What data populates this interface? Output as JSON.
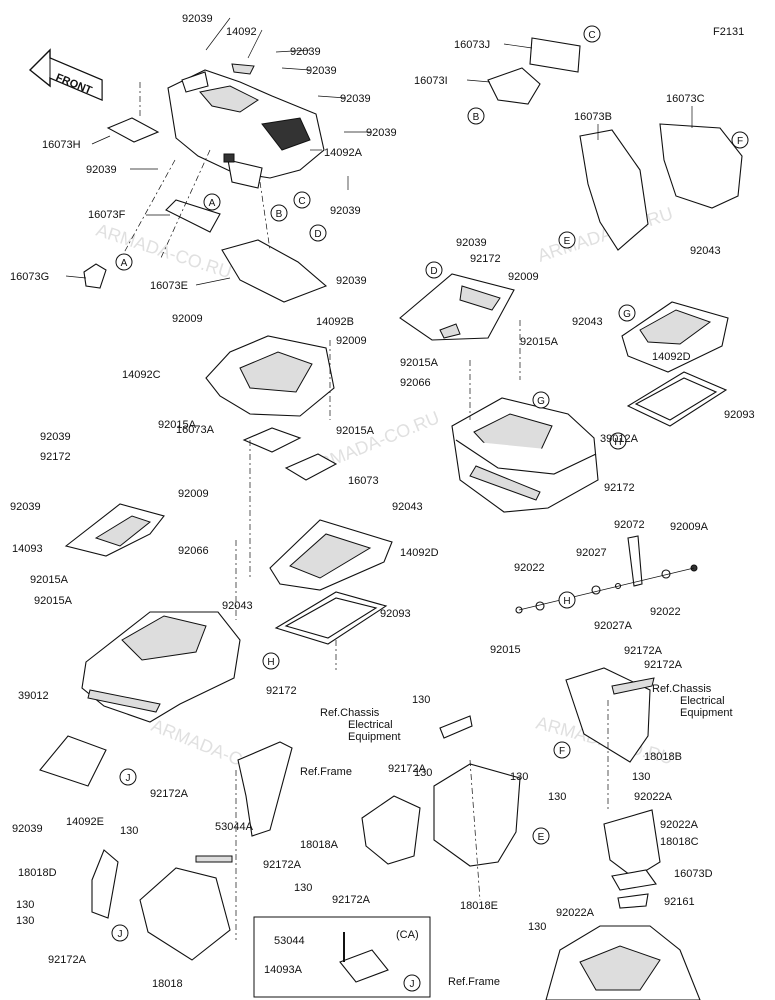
{
  "diagram_code": "F2131",
  "front_label": "FRONT",
  "watermark": "ARMADA-CO.RU",
  "inset_label": "(CA)",
  "callouts": {
    "A": "A",
    "B": "B",
    "C": "C",
    "D": "D",
    "E": "E",
    "F": "F",
    "G": "G",
    "H": "H",
    "J": "J"
  },
  "labels": [
    "92039",
    "14092",
    "92039",
    "92039",
    "92039",
    "92039",
    "16073H",
    "14092A",
    "92039",
    "92039",
    "16073F",
    "16073G",
    "16073E",
    "16073J",
    "16073I",
    "16073B",
    "16073C",
    "92039",
    "92172",
    "92039",
    "92009",
    "14092B",
    "92015A",
    "92015A",
    "92066",
    "92043",
    "92043",
    "14092D",
    "92009",
    "14092C",
    "92009",
    "92015A",
    "92015A",
    "92093",
    "16073A",
    "16073",
    "39012A",
    "92172",
    "92039",
    "92172",
    "92009",
    "92039",
    "14093",
    "92043",
    "14092D",
    "92066",
    "92015A",
    "92015A",
    "92043",
    "92093",
    "92072",
    "92009A",
    "92027",
    "92022",
    "92015",
    "92027A",
    "92022",
    "39012",
    "92172",
    "92172A",
    "92172A",
    "Ref.Chassis Electrical Equipment",
    "130",
    "Ref.Chassis Electrical Equipment",
    "18018B",
    "Ref.Frame",
    "92172A",
    "130",
    "130",
    "92022A",
    "130",
    "130",
    "92022A",
    "18018C",
    "92039",
    "14092E",
    "92172A",
    "53044A",
    "18018A",
    "92172A",
    "18018D",
    "130",
    "130",
    "130",
    "130",
    "18018E",
    "92172A",
    "16073D",
    "92022A",
    "92161",
    "130",
    "92172A",
    "18018",
    "53044",
    "14093A",
    "Ref.Frame"
  ]
}
